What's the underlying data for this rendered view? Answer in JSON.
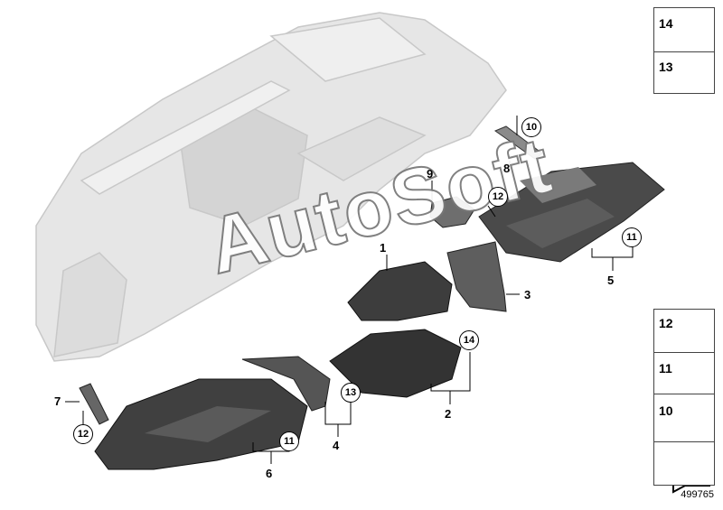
{
  "diagram": {
    "callouts": {
      "c1": "1",
      "c2": "2",
      "c3": "3",
      "c4": "4",
      "c5": "5",
      "c6": "6",
      "c7": "7",
      "c8": "8",
      "c9": "9"
    },
    "circled": {
      "n10": "10",
      "n11a": "11",
      "n11b": "11",
      "n12a": "12",
      "n12b": "12",
      "n13": "13",
      "n14": "14"
    },
    "legend": {
      "top": [
        "14",
        "13"
      ],
      "bottom": [
        "12",
        "11",
        "10"
      ]
    },
    "watermark": "AutoSoft",
    "diagram_id": "499765"
  },
  "colors": {
    "part_dark": "#3a3a3a",
    "part_mid": "#6b6b6b",
    "dashboard_ghost": "#d9d9d9",
    "line": "#000000"
  }
}
